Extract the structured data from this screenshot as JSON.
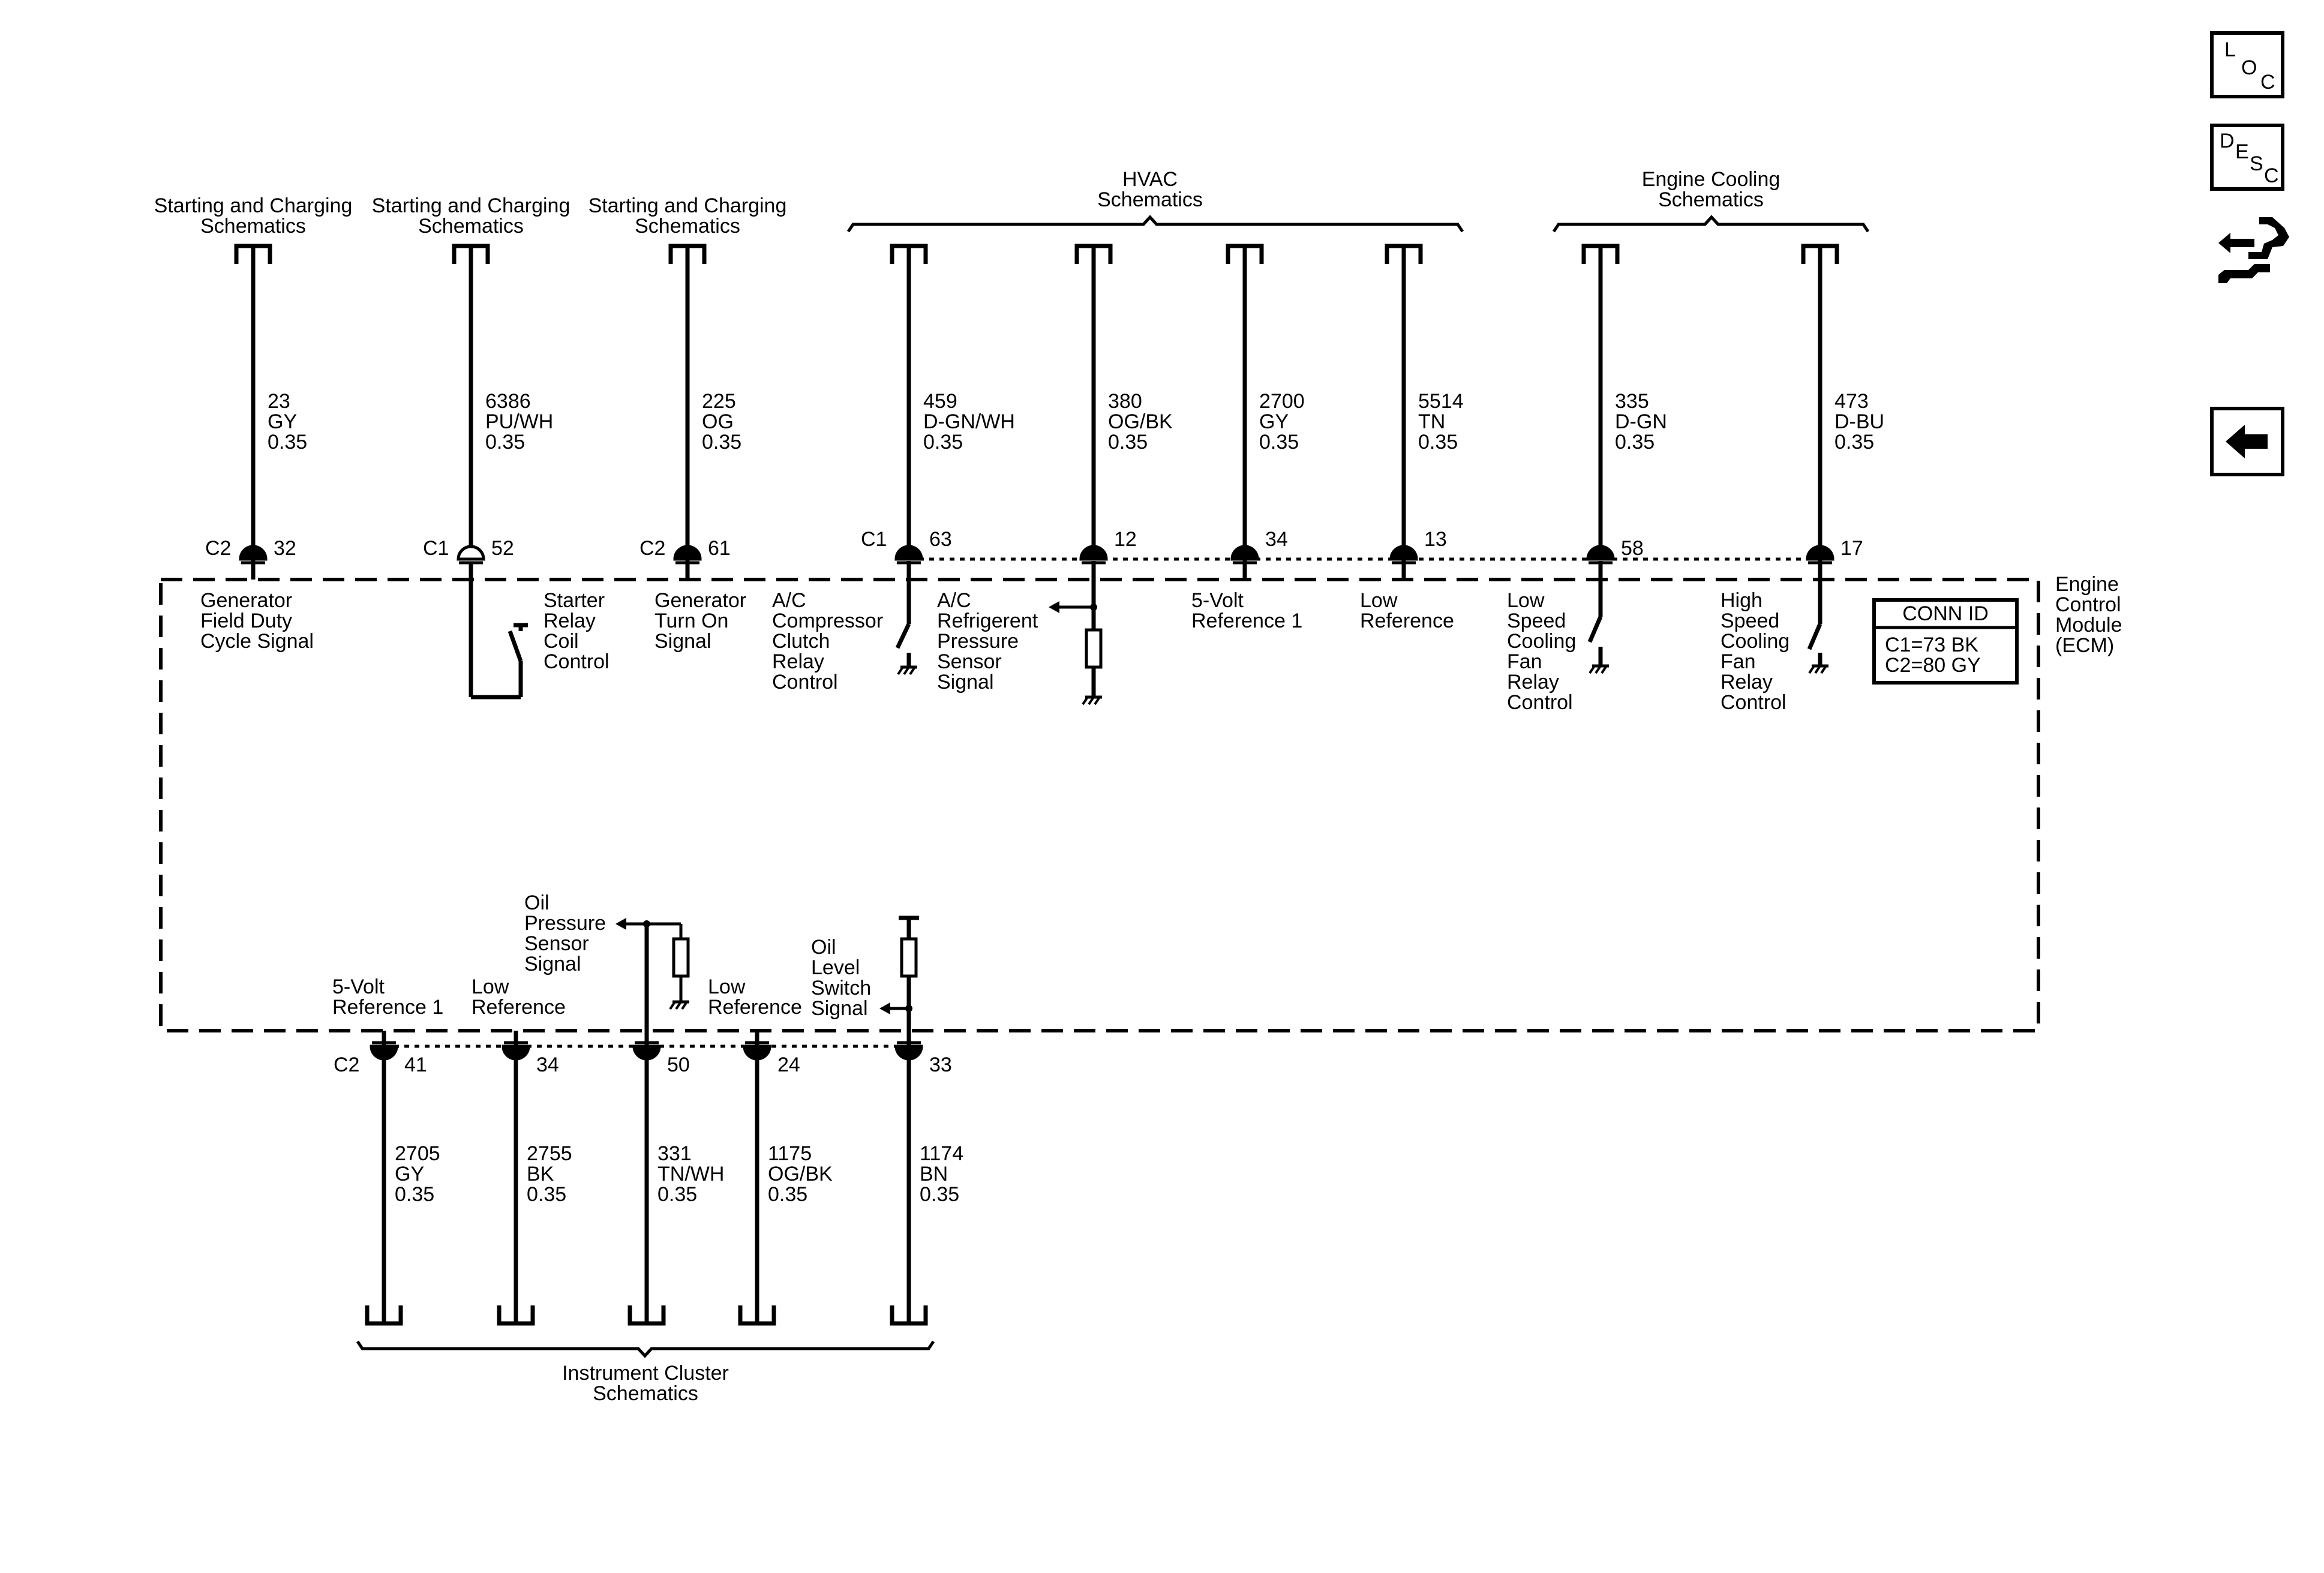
{
  "nav": {
    "loc": [
      "L",
      "O",
      "C"
    ],
    "desc": [
      "D",
      "E",
      "S",
      "C"
    ]
  },
  "groups": {
    "start1": [
      "Starting and Charging",
      "Schematics"
    ],
    "start2": [
      "Starting and Charging",
      "Schematics"
    ],
    "start3": [
      "Starting and Charging",
      "Schematics"
    ],
    "hvac": [
      "HVAC",
      "Schematics"
    ],
    "cooling": [
      "Engine Cooling",
      "Schematics"
    ],
    "cluster": [
      "Instrument Cluster",
      "Schematics"
    ]
  },
  "module": {
    "name": [
      "Engine",
      "Control",
      "Module",
      "(ECM)"
    ],
    "conn_title": "CONN ID",
    "conn_lines": [
      "C1=73 BK",
      "C2=80 GY"
    ]
  },
  "top_wires": [
    {
      "circuit": "23",
      "color": "GY",
      "gauge": "0.35",
      "conn": "C2",
      "pin": "32",
      "label": [
        "Generator",
        "Field Duty",
        "Cycle Signal"
      ]
    },
    {
      "circuit": "6386",
      "color": "PU/WH",
      "gauge": "0.35",
      "conn": "C1",
      "pin": "52",
      "label": [
        "Starter",
        "Relay",
        "Coil",
        "Control"
      ]
    },
    {
      "circuit": "225",
      "color": "OG",
      "gauge": "0.35",
      "conn": "C2",
      "pin": "61",
      "label": [
        "Generator",
        "Turn On",
        "Signal"
      ]
    },
    {
      "circuit": "459",
      "color": "D-GN/WH",
      "gauge": "0.35",
      "conn": "C1",
      "pin": "63",
      "label": [
        "A/C",
        "Compressor",
        "Clutch",
        "Relay",
        "Control"
      ]
    },
    {
      "circuit": "380",
      "color": "OG/BK",
      "gauge": "0.35",
      "conn": "",
      "pin": "12",
      "label": [
        "A/C",
        "Refrigerent",
        "Pressure",
        "Sensor",
        "Signal"
      ]
    },
    {
      "circuit": "2700",
      "color": "GY",
      "gauge": "0.35",
      "conn": "",
      "pin": "34",
      "label": [
        "5-Volt",
        "Reference 1"
      ]
    },
    {
      "circuit": "5514",
      "color": "TN",
      "gauge": "0.35",
      "conn": "",
      "pin": "13",
      "label": [
        "Low",
        "Reference"
      ]
    },
    {
      "circuit": "335",
      "color": "D-GN",
      "gauge": "0.35",
      "conn": "",
      "pin": "58",
      "label": [
        "Low",
        "Speed",
        "Cooling",
        "Fan",
        "Relay",
        "Control"
      ]
    },
    {
      "circuit": "473",
      "color": "D-BU",
      "gauge": "0.35",
      "conn": "",
      "pin": "17",
      "label": [
        "High",
        "Speed",
        "Cooling",
        "Fan",
        "Relay",
        "Control"
      ]
    }
  ],
  "bottom_wires": [
    {
      "circuit": "2705",
      "color": "GY",
      "gauge": "0.35",
      "conn": "C2",
      "pin": "41",
      "label": [
        "5-Volt",
        "Reference 1"
      ]
    },
    {
      "circuit": "2755",
      "color": "BK",
      "gauge": "0.35",
      "conn": "",
      "pin": "34",
      "label": [
        "Low",
        "Reference"
      ]
    },
    {
      "circuit": "331",
      "color": "TN/WH",
      "gauge": "0.35",
      "conn": "",
      "pin": "50",
      "label": [
        "Oil",
        "Pressure",
        "Sensor",
        "Signal"
      ]
    },
    {
      "circuit": "1175",
      "color": "OG/BK",
      "gauge": "0.35",
      "conn": "",
      "pin": "24",
      "label": [
        "Low",
        "Reference"
      ]
    },
    {
      "circuit": "1174",
      "color": "BN",
      "gauge": "0.35",
      "conn": "",
      "pin": "33",
      "label": [
        "Oil",
        "Level",
        "Switch",
        "Signal"
      ]
    }
  ]
}
